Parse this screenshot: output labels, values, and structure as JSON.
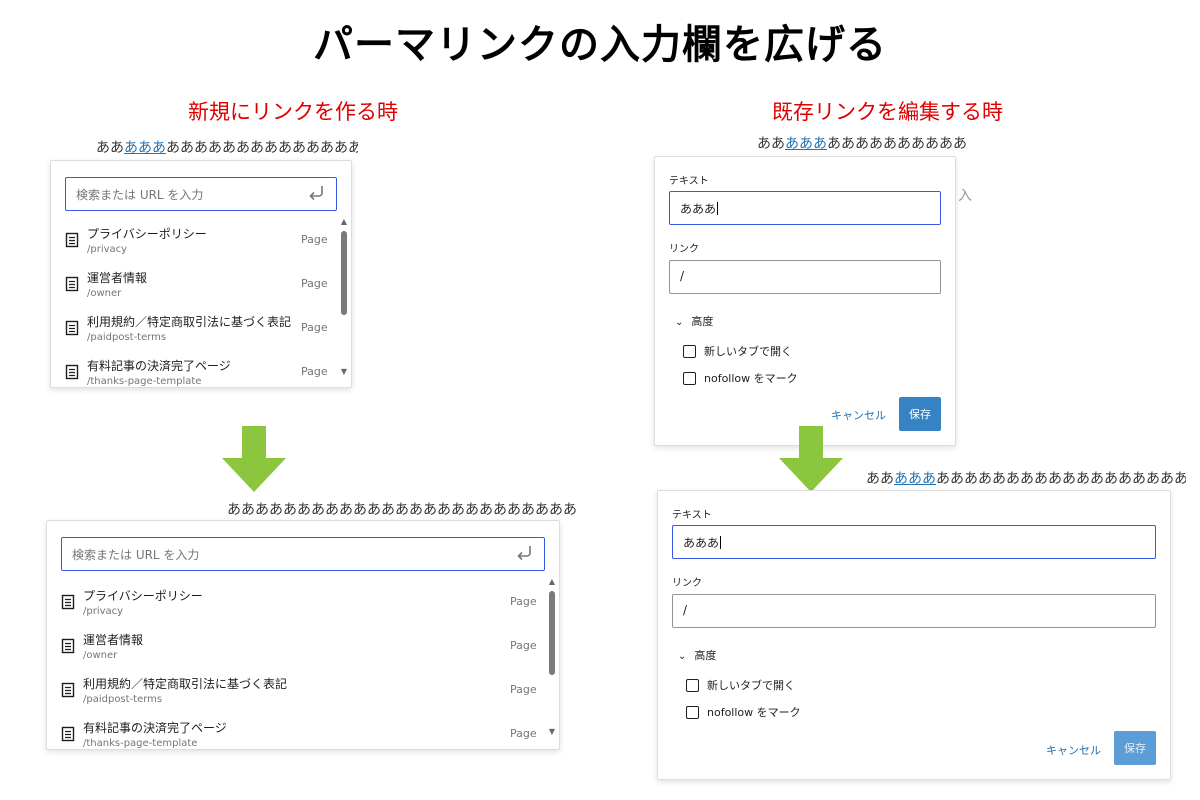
{
  "title": "パーマリンクの入力欄を広げる",
  "left_heading": "新規にリンクを作る時",
  "right_heading": "既存リンクを編集する時",
  "paragraph_top_left": {
    "before": "ああ",
    "link": "あああ",
    "after": "あああああああああああああああ"
  },
  "paragraph_bottom_left": "ああああああああああああああああああああああああああ",
  "paragraph_top_right": {
    "before": "ああ",
    "link": "あああ",
    "after": "ああああああああああああああ"
  },
  "paragraph_bottom_right": {
    "before": "ああ",
    "link": "あああ",
    "after": "あああああああああああああああああああ"
  },
  "ghost_fragment": "入",
  "search": {
    "placeholder": "検索または URL を入力",
    "results": [
      {
        "title": "プライバシーポリシー",
        "slug": "/privacy",
        "kind": "Page"
      },
      {
        "title": "運営者情報",
        "slug": "/owner",
        "kind": "Page"
      },
      {
        "title": "利用規約／特定商取引法に基づく表記",
        "slug": "/paidpost-terms",
        "kind": "Page"
      },
      {
        "title": "有料記事の決済完了ページ",
        "slug": "/thanks-page-template",
        "kind": "Page"
      }
    ]
  },
  "edit": {
    "text_label": "テキスト",
    "text_value": "あああ",
    "link_label": "リンク",
    "link_value": "/",
    "advanced_label": "高度",
    "new_tab_label": "新しいタブで開く",
    "nofollow_label": "nofollow をマーク",
    "cancel_label": "キャンセル",
    "save_label": "保存"
  },
  "colors": {
    "heading": "#e00000",
    "arrow": "#8cc63f",
    "accent": "#3858e9",
    "link": "#2271b1",
    "save": "#3582c4"
  }
}
